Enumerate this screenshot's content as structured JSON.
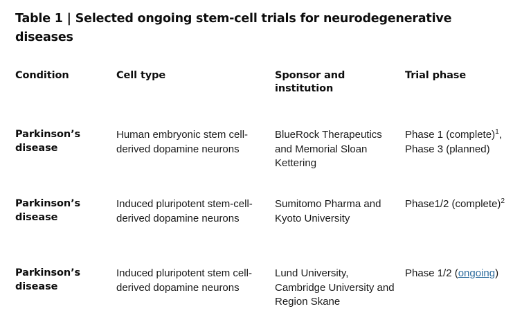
{
  "figure": {
    "label": "Table 1",
    "separator": "|",
    "title": "Selected ongoing stem-cell trials for neurodegenerative diseases",
    "full_title": "Table 1 | Selected ongoing stem-cell trials for neurodegenerative diseases"
  },
  "colors": {
    "text": "#1a1a1a",
    "heading": "#0d0d0d",
    "link": "#2e6d9e",
    "background": "#ffffff"
  },
  "table": {
    "columns": [
      {
        "key": "condition",
        "label": "Condition"
      },
      {
        "key": "cell_type",
        "label": "Cell type"
      },
      {
        "key": "sponsor",
        "label": "Sponsor and institution"
      },
      {
        "key": "trial_phase",
        "label": "Trial phase"
      }
    ],
    "rows": [
      {
        "condition": "Parkinson’s disease",
        "cell_type": "Human embryonic stem cell-derived dopamine neurons",
        "sponsor": "BlueRock Therapeutics and Memorial Sloan Kettering",
        "trial_phase": {
          "segments": [
            {
              "text": "Phase 1 (complete)",
              "type": "plain"
            },
            {
              "text": "1",
              "type": "superscript"
            },
            {
              "text": ", Phase 3 (planned)",
              "type": "plain"
            }
          ],
          "plain_text": "Phase 1 (complete)1, Phase 3 (planned)"
        }
      },
      {
        "condition": "Parkinson’s disease",
        "cell_type": "Induced pluripotent stem-cell-derived dopamine neurons",
        "sponsor": "Sumitomo Pharma and Kyoto University",
        "trial_phase": {
          "segments": [
            {
              "text": "Phase1/2 (complete)",
              "type": "plain"
            },
            {
              "text": "2",
              "type": "superscript"
            }
          ],
          "plain_text": "Phase1/2 (complete)2"
        }
      },
      {
        "condition": "Parkinson’s disease",
        "cell_type": "Induced pluripotent stem cell-derived dopamine neurons",
        "sponsor": "Lund University, Cambridge University and Region Skane",
        "trial_phase": {
          "segments": [
            {
              "text": "Phase 1/2 (",
              "type": "plain"
            },
            {
              "text": "ongoing",
              "type": "link"
            },
            {
              "text": ")",
              "type": "plain"
            }
          ],
          "plain_text": "Phase 1/2 (ongoing)"
        }
      }
    ]
  }
}
